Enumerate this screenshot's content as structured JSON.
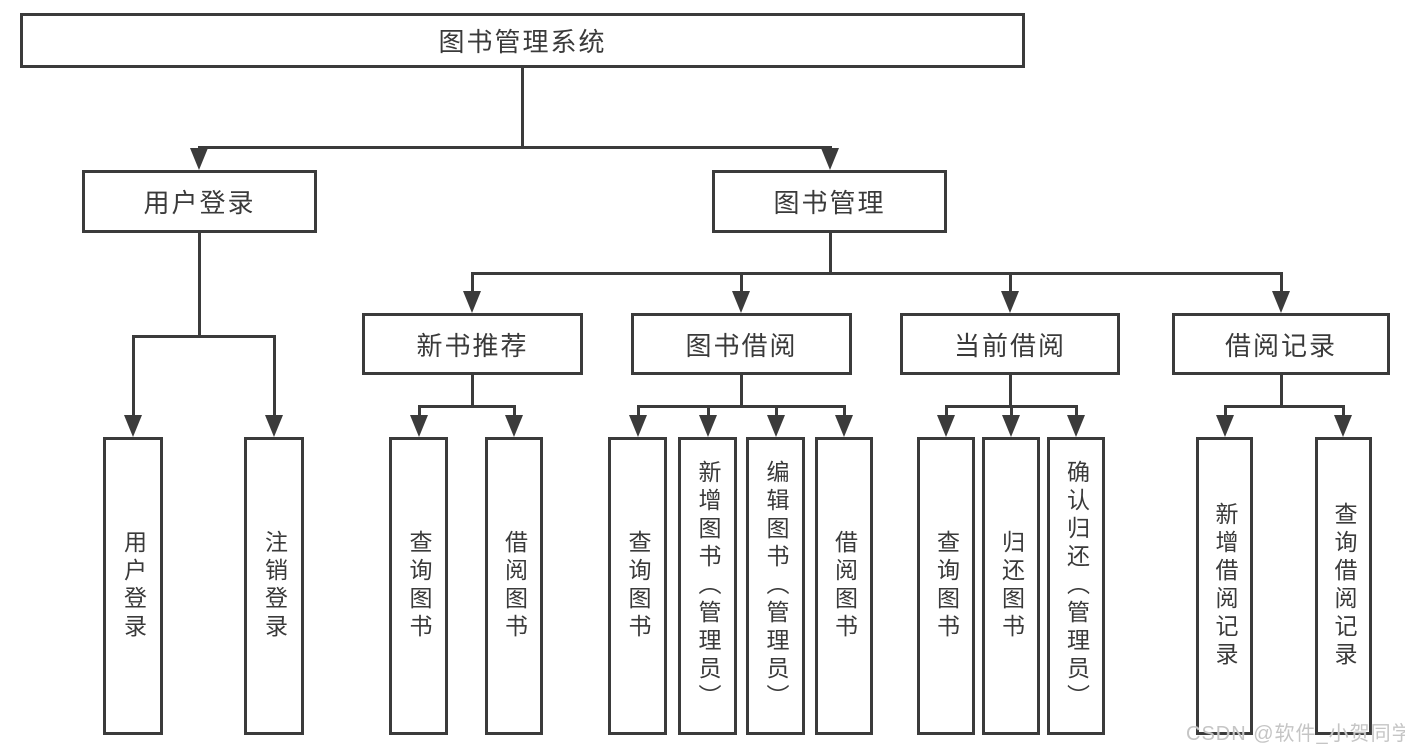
{
  "diagram": {
    "root": {
      "label": "图书管理系统"
    },
    "level2": [
      {
        "label": "用户登录"
      },
      {
        "label": "图书管理"
      }
    ],
    "level3": [
      {
        "label": "新书推荐"
      },
      {
        "label": "图书借阅"
      },
      {
        "label": "当前借阅"
      },
      {
        "label": "借阅记录"
      }
    ],
    "leaves": {
      "user_login": [
        "用户登录",
        "注销登录"
      ],
      "new_books": [
        "查询图书",
        "借阅图书"
      ],
      "borrowing": [
        "查询图书",
        "新增图书（管理员）",
        "编辑图书（管理员）",
        "借阅图书"
      ],
      "current": [
        "查询图书",
        "归还图书",
        "确认归还（管理员）"
      ],
      "records": [
        "新增借阅记录",
        "查询借阅记录"
      ]
    }
  },
  "watermark": {
    "text": "CSDN @软件_小贺同学"
  },
  "colors": {
    "line": "#3b3b3b",
    "box_border": "#3b3b3b",
    "text": "#3a3a3a",
    "watermark": "#c5c5c5",
    "background": "#ffffff"
  }
}
